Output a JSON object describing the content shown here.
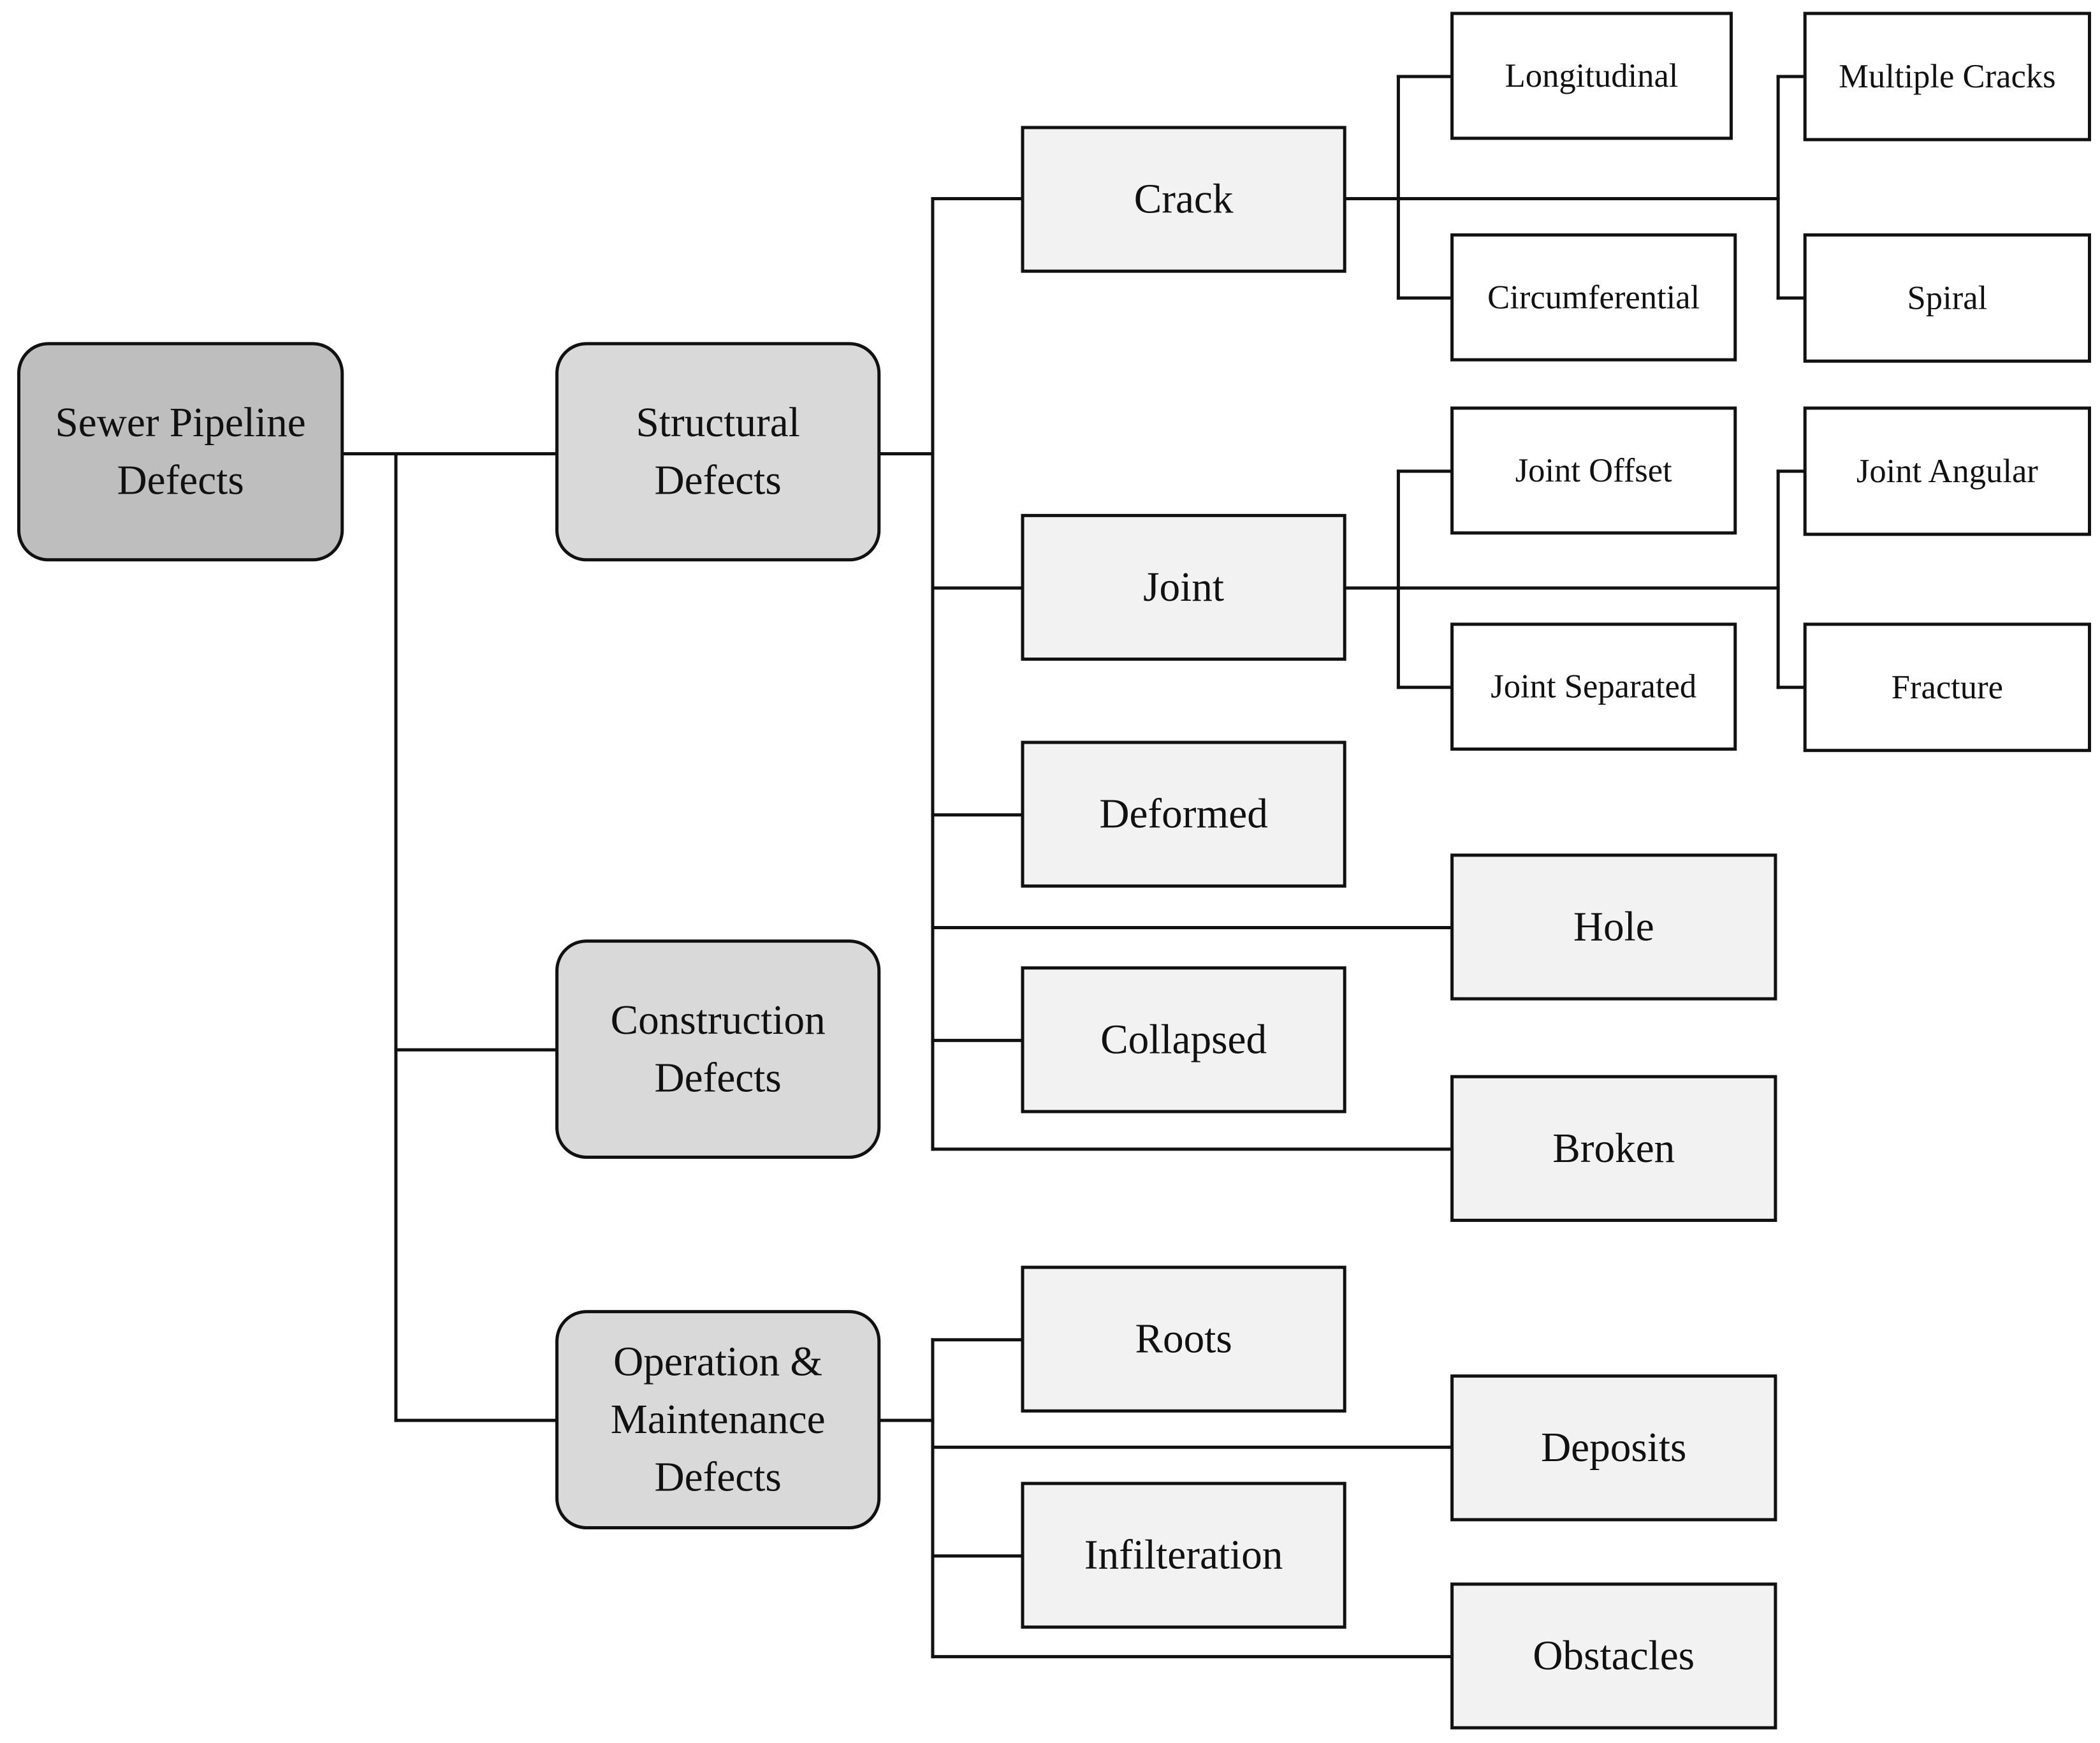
{
  "colors": {
    "root_fill": "#bebebe",
    "category_fill": "#d9d9d9",
    "leaf_fill": "#f2f2f2",
    "sub_fill": "#ffffff",
    "stroke": "#111111"
  },
  "root": {
    "label": [
      "Sewer Pipeline",
      "Defects"
    ]
  },
  "categories": {
    "structural": {
      "label": [
        "Structural",
        "Defects"
      ]
    },
    "construction": {
      "label": [
        "Construction",
        "Defects"
      ]
    },
    "operation": {
      "label": [
        "Operation &",
        "Maintenance",
        "Defects"
      ]
    }
  },
  "structural_defects": {
    "crack": "Crack",
    "joint": "Joint",
    "deformed": "Deformed",
    "hole": "Hole",
    "collapsed": "Collapsed",
    "broken": "Broken"
  },
  "crack_types": {
    "longitudinal": "Longitudinal",
    "circumferential": "Circumferential",
    "multiple_cracks": "Multiple Cracks",
    "spiral": "Spiral"
  },
  "joint_types": {
    "joint_offset": "Joint Offset",
    "joint_separated": "Joint Separated",
    "joint_angular": "Joint Angular",
    "fracture": "Fracture"
  },
  "om_defects": {
    "roots": "Roots",
    "deposits": "Deposits",
    "infilteration": "Infilteration",
    "obstacles": "Obstacles"
  }
}
